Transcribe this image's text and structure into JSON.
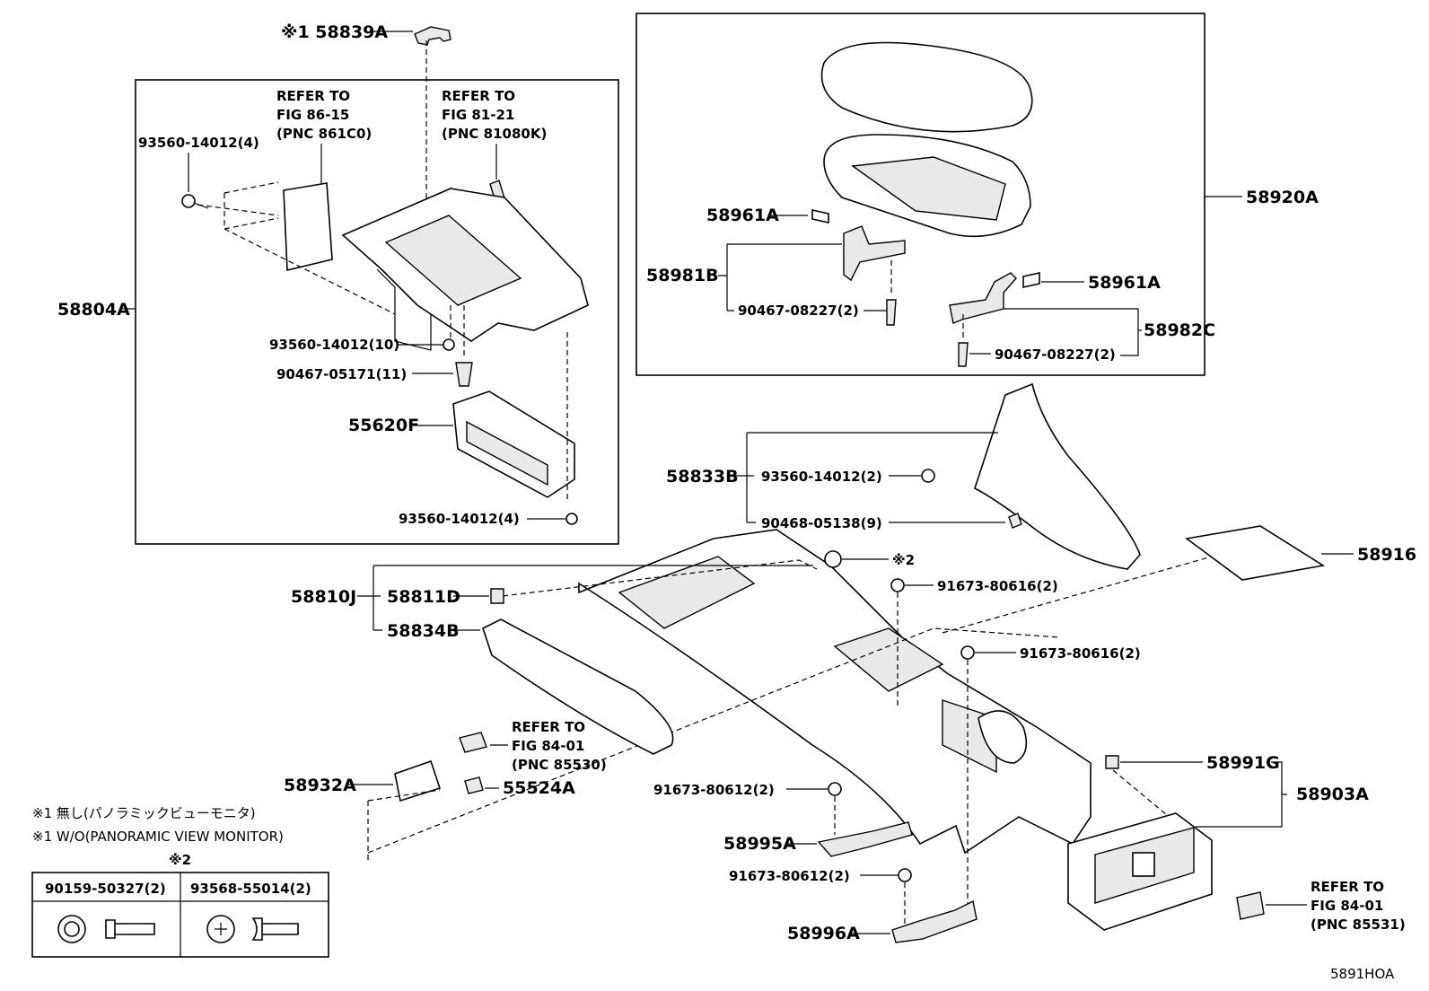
{
  "diagram_code": "5891HOA",
  "refer_notes": {
    "fig86": {
      "line1": "REFER TO",
      "line2": "FIG 86-15",
      "line3": "(PNC 861C0)"
    },
    "fig81": {
      "line1": "REFER TO",
      "line2": "FIG 81-21",
      "line3": "(PNC 81080K)"
    },
    "fig84a": {
      "line1": "REFER TO",
      "line2": "FIG 84-01",
      "line3": "(PNC 85530)"
    },
    "fig84b": {
      "line1": "REFER TO",
      "line2": "FIG 84-01",
      "line3": "(PNC 85531)"
    }
  },
  "parts": {
    "p58839A": "※1 58839A",
    "p93560_4a": "93560-14012(4)",
    "p58804A": "58804A",
    "p93560_10": "93560-14012(10)",
    "p90467_11": "90467-05171(11)",
    "p55620F": "55620F",
    "p93560_4b": "93560-14012(4)",
    "p58961A_1": "58961A",
    "p58981B": "58981B",
    "p90467_2a": "90467-08227(2)",
    "p58920A": "58920A",
    "p58961A_2": "58961A",
    "p58982C": "58982C",
    "p90467_2b": "90467-08227(2)",
    "p58833B": "58833B",
    "p93560_2": "93560-14012(2)",
    "p90468_9": "90468-05138(9)",
    "p58916": "58916",
    "p58810J": "58810J",
    "p58811D": "58811D",
    "p58834B": "58834B",
    "star2": "※2",
    "p91673_616a": "91673-80616(2)",
    "p91673_616b": "91673-80616(2)",
    "p58932A": "58932A",
    "p55524A": "55524A",
    "p91673_612a": "91673-80612(2)",
    "p58995A": "58995A",
    "p91673_612b": "91673-80612(2)",
    "p58996A": "58996A",
    "p58991G": "58991G",
    "p58903A": "58903A"
  },
  "footnotes": {
    "jp": "※1 無し(パノラミックビューモニタ)",
    "en": "※1 W/O(PANORAMIC VIEW MONITOR)"
  },
  "legend": {
    "marker": "※2",
    "left_part": "90159-50327(2)",
    "right_part": "93568-55014(2)"
  }
}
